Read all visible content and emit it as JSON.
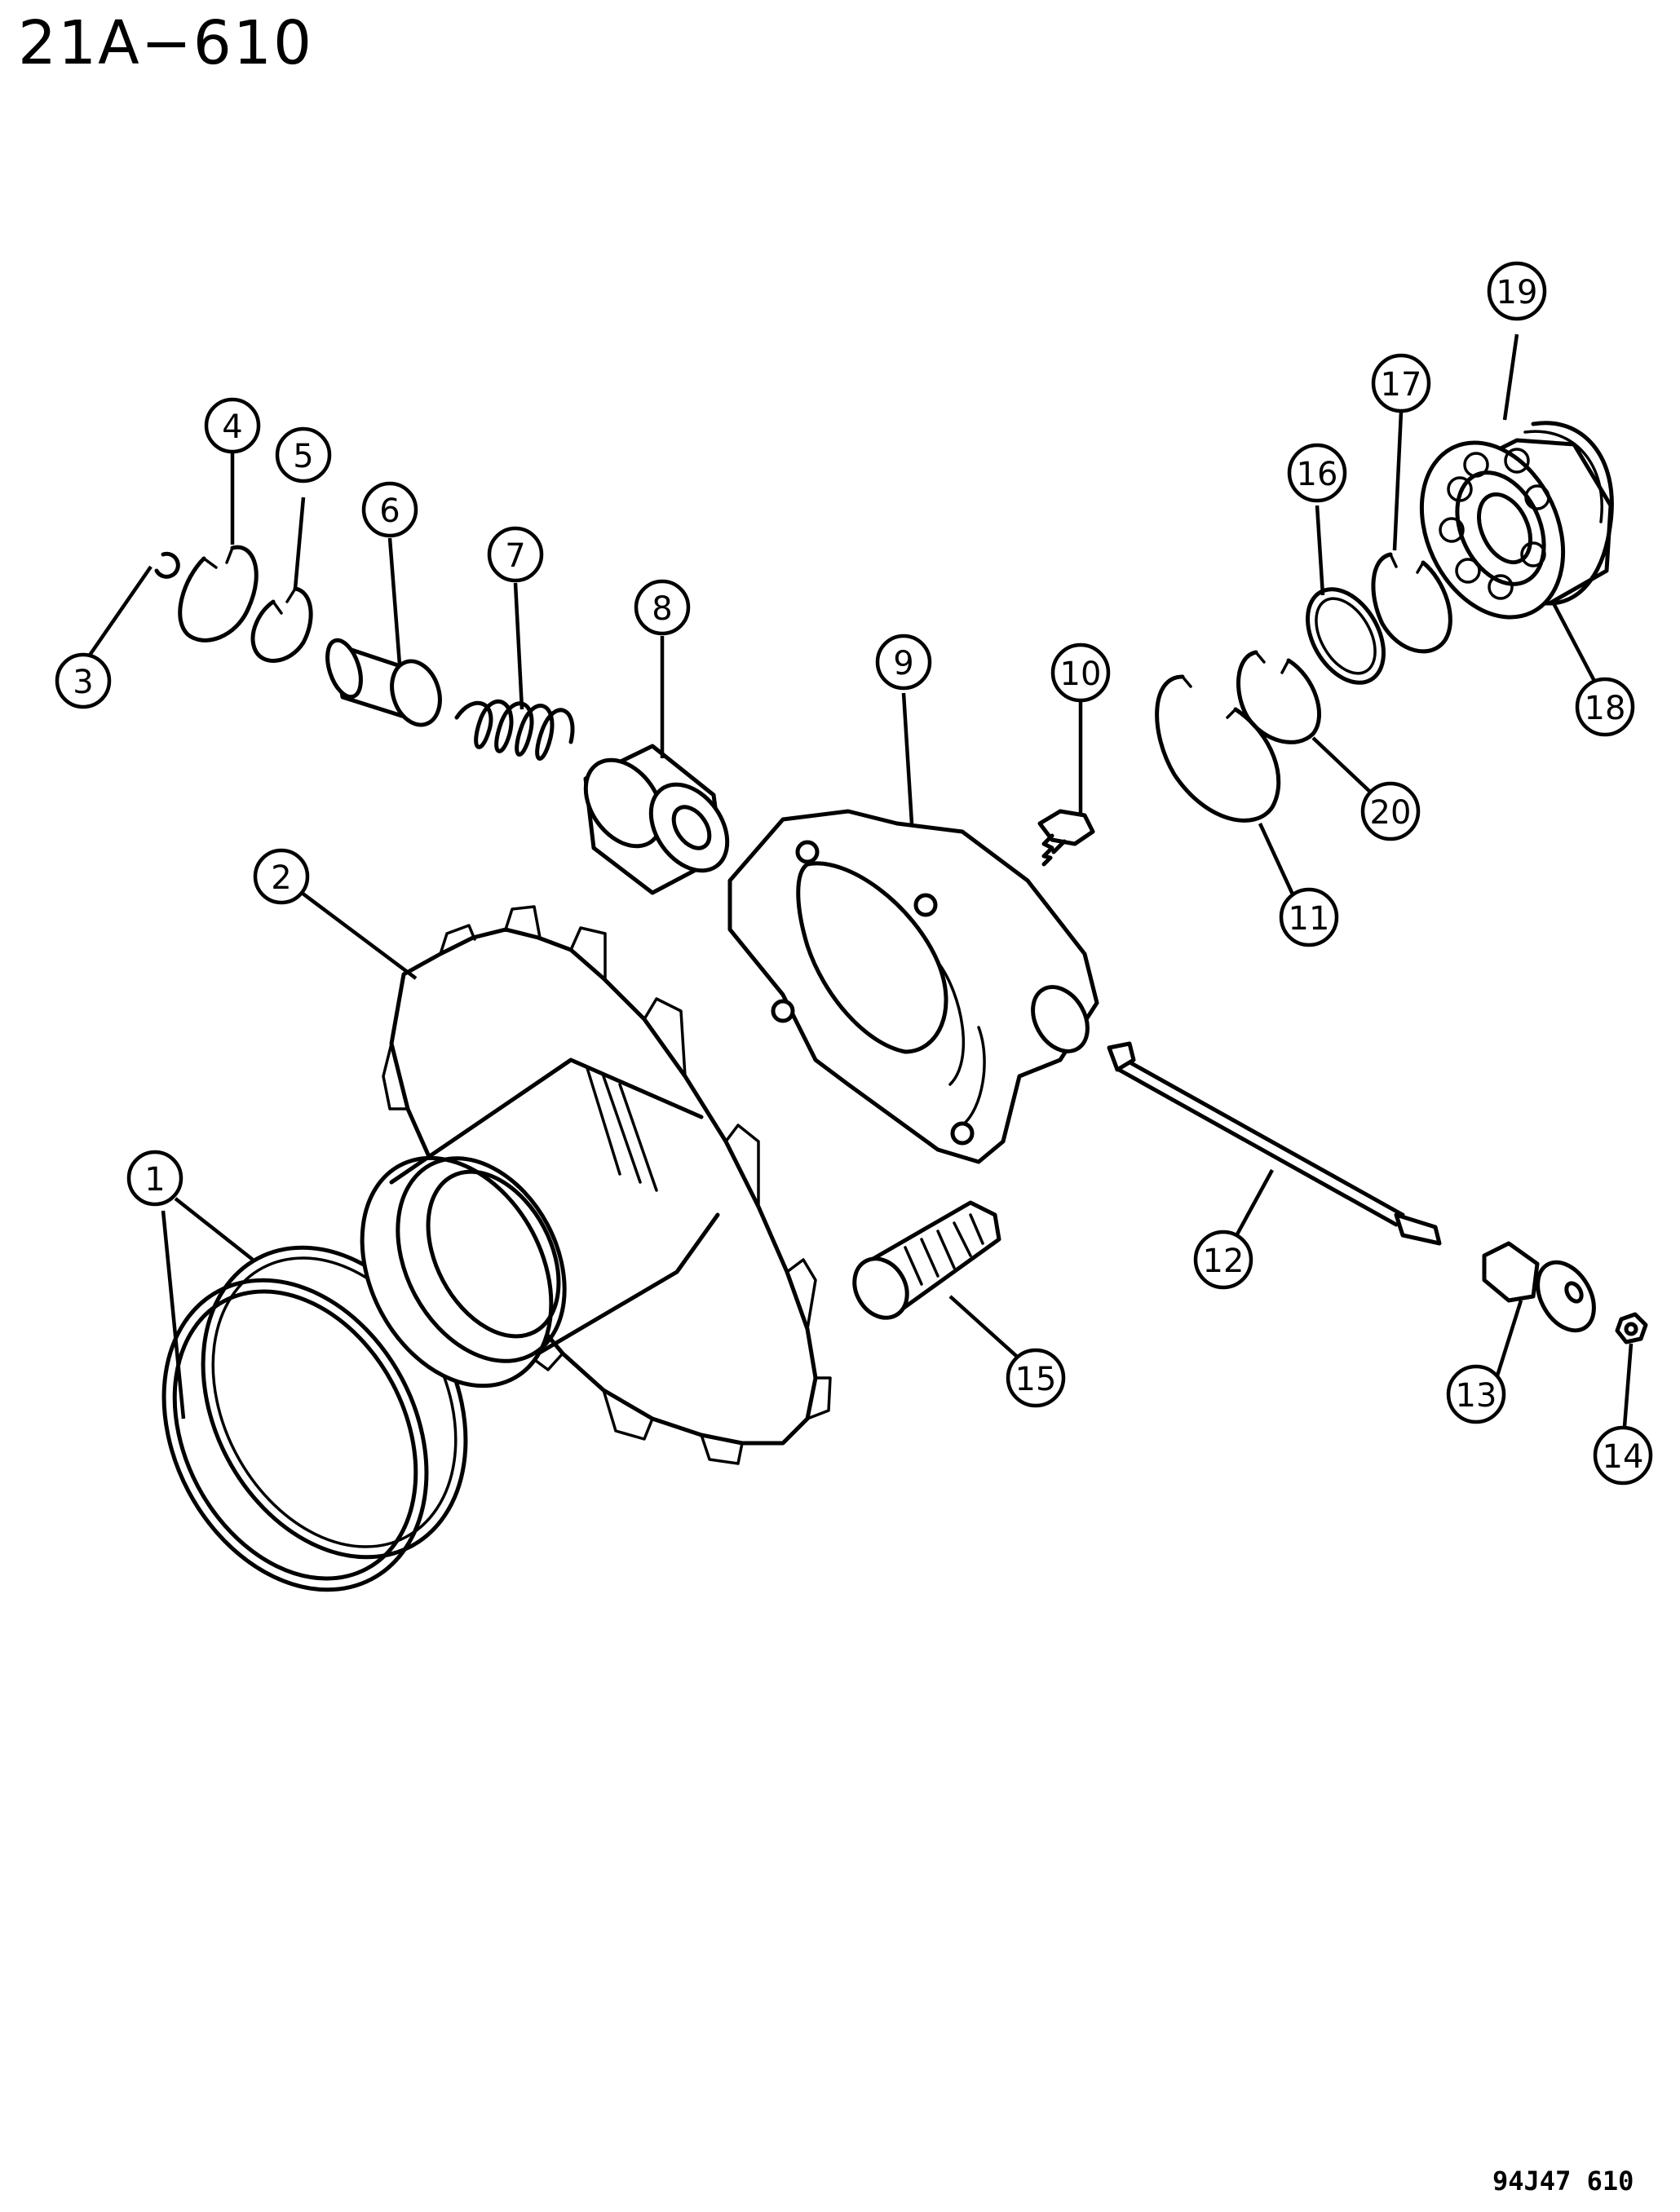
{
  "header": {
    "page_code": "21A−610"
  },
  "footer": {
    "figure_code": "94J47  610"
  },
  "callouts": [
    {
      "id": "1",
      "label": "1"
    },
    {
      "id": "2",
      "label": "2"
    },
    {
      "id": "3",
      "label": "3"
    },
    {
      "id": "4",
      "label": "4"
    },
    {
      "id": "5",
      "label": "5"
    },
    {
      "id": "6",
      "label": "6"
    },
    {
      "id": "7",
      "label": "7"
    },
    {
      "id": "8",
      "label": "8"
    },
    {
      "id": "9",
      "label": "9"
    },
    {
      "id": "10",
      "label": "10"
    },
    {
      "id": "11",
      "label": "11"
    },
    {
      "id": "12",
      "label": "12"
    },
    {
      "id": "13",
      "label": "13"
    },
    {
      "id": "14",
      "label": "14"
    },
    {
      "id": "15",
      "label": "15"
    },
    {
      "id": "16",
      "label": "16"
    },
    {
      "id": "17",
      "label": "17"
    },
    {
      "id": "18",
      "label": "18"
    },
    {
      "id": "19",
      "label": "19"
    },
    {
      "id": "20",
      "label": "20"
    }
  ]
}
